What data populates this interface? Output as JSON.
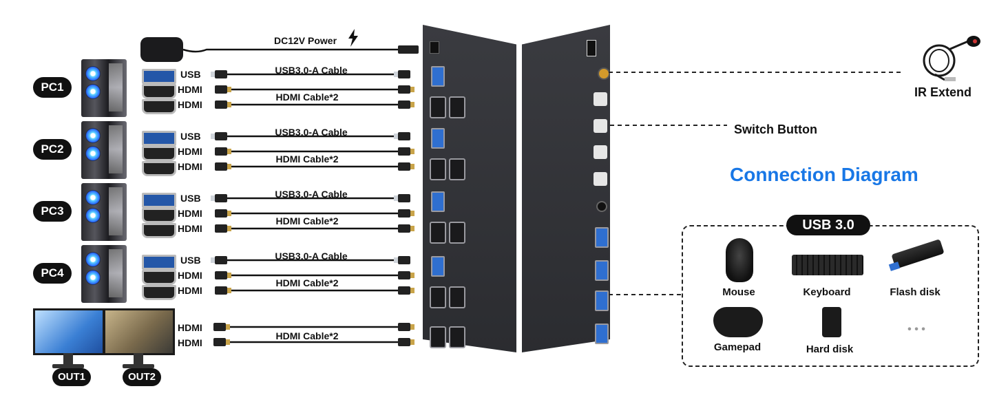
{
  "power": {
    "label": "DC12V Power"
  },
  "pcs": [
    {
      "name": "PC1",
      "ports": [
        "USB",
        "HDMI",
        "HDMI"
      ],
      "cables": [
        "USB3.0-A Cable",
        "HDMI Cable*2"
      ]
    },
    {
      "name": "PC2",
      "ports": [
        "USB",
        "HDMI",
        "HDMI"
      ],
      "cables": [
        "USB3.0-A Cable",
        "HDMI Cable*2"
      ]
    },
    {
      "name": "PC3",
      "ports": [
        "USB",
        "HDMI",
        "HDMI"
      ],
      "cables": [
        "USB3.0-A Cable",
        "HDMI Cable*2"
      ]
    },
    {
      "name": "PC4",
      "ports": [
        "USB",
        "HDMI",
        "HDMI"
      ],
      "cables": [
        "USB3.0-A Cable",
        "HDMI Cable*2"
      ]
    }
  ],
  "outputs": {
    "ports": [
      "HDMI",
      "HDMI"
    ],
    "cable": "HDMI Cable*2",
    "names": [
      "OUT1",
      "OUT2"
    ]
  },
  "right": {
    "ir_extend": "IR Extend",
    "switch_button": "Switch Button",
    "title": "Connection Diagram",
    "usb_badge": "USB 3.0",
    "devices": [
      "Mouse",
      "Keyboard",
      "Flash disk",
      "Gamepad",
      "Hard disk"
    ],
    "more": "• • •"
  },
  "colors": {
    "title_blue": "#1877e6",
    "cable": "#111111"
  }
}
